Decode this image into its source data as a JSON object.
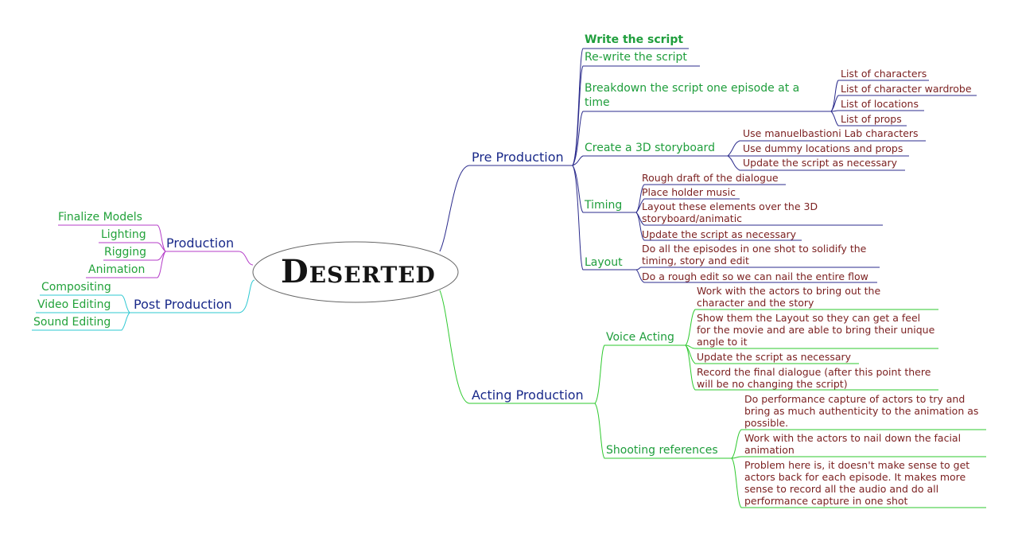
{
  "title": "Deserted",
  "pre_production": {
    "label": "Pre Production",
    "write_script": "Write the script",
    "rewrite_script": "Re-write the script",
    "breakdown": {
      "label": "Breakdown the script one episode at a time",
      "items": [
        "List of characters",
        "List of character wardrobe",
        "List of locations",
        "List of props"
      ]
    },
    "storyboard": {
      "label": "Create a 3D storyboard",
      "items": [
        "Use manuelbastioni Lab characters",
        "Use dummy locations and props",
        "Update the script as necessary"
      ]
    },
    "timing": {
      "label": "Timing",
      "items": [
        "Rough draft of the dialogue",
        "Place holder music",
        "Layout these elements over the 3D storyboard/animatic",
        "Update the script as necessary"
      ]
    },
    "layout": {
      "label": "Layout",
      "items": [
        "Do all the episodes in one shot to solidify the timing, story and edit",
        "Do a rough edit so we can nail the entire flow"
      ]
    }
  },
  "acting_production": {
    "label": "Acting Production",
    "voice_acting": {
      "label": "Voice Acting",
      "items": [
        "Work with the actors to bring out the character and the story",
        "Show them the Layout so they can get a feel for the movie and are able to bring their unique angle to it",
        "Update the script as necessary",
        "Record the final dialogue (after this point there will be no changing the script)"
      ]
    },
    "shooting_references": {
      "label": "Shooting references",
      "items": [
        "Do performance capture of actors to try and bring as much authenticity to the animation as possible.",
        "Work with the actors to nail down the facial animation",
        "Problem here is, it doesn't make sense to get actors back for each episode. It makes more sense to record all the audio and do all performance capture in one shot"
      ]
    }
  },
  "production": {
    "label": "Production",
    "items": [
      "Finalize Models",
      "Lighting",
      "Rigging",
      "Animation"
    ]
  },
  "post_production": {
    "label": "Post Production",
    "items": [
      "Compositing",
      "Video Editing",
      "Sound Editing"
    ]
  },
  "colors": {
    "pre_branch": "#2b2b8c",
    "acting_branch": "#2ec92e",
    "production_branch": "#b43cc8",
    "post_branch": "#2ec8d2",
    "branch_text": "#1a2a8a",
    "sub_text": "#1f9e3c",
    "leaf_text": "#7a1f1f"
  }
}
